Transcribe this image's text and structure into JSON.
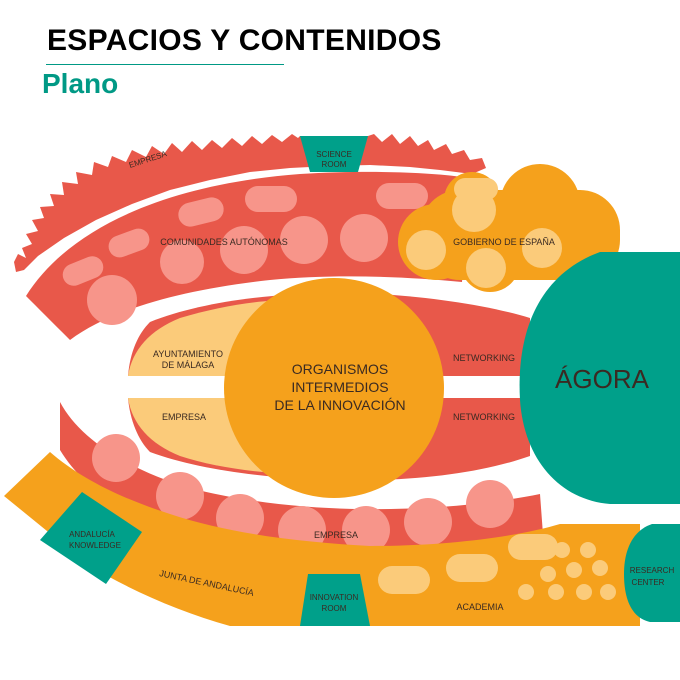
{
  "header": {
    "title": "ESPACIOS Y CONTENIDOS",
    "subtitle": "Plano"
  },
  "colors": {
    "red": "#E8584A",
    "orange": "#F5A11C",
    "teal": "#00A08A",
    "light_orange": "#FBCB7A",
    "light_circle": "#F7958A"
  },
  "zones": {
    "empresa_top": "EMPRESA",
    "science_room": [
      "SCIENCE",
      "ROOM"
    ],
    "comunidades": "COMUNIDADES AUTÓNOMAS",
    "gobierno": "GOBIERNO DE ESPAÑA",
    "ayuntamiento": [
      "AYUNTAMIENTO",
      "DE MÁLAGA"
    ],
    "empresa_left": "EMPRESA",
    "organismos": [
      "ORGANISMOS",
      "INTERMEDIOS",
      "DE LA INNOVACIÓN"
    ],
    "networking_top": "NETWORKING",
    "networking_bottom": "NETWORKING",
    "agora": "ÁGORA",
    "empresa_bottom": "EMPRESA",
    "andalucia": [
      "ANDALUCÍA",
      "KNOWLEDGE"
    ],
    "junta": "JUNTA DE ANDALUCÍA",
    "innovation_room": [
      "INNOVATION",
      "ROOM"
    ],
    "academia": "ACADEMIA",
    "research": [
      "RESEARCH",
      "CENTER"
    ]
  }
}
